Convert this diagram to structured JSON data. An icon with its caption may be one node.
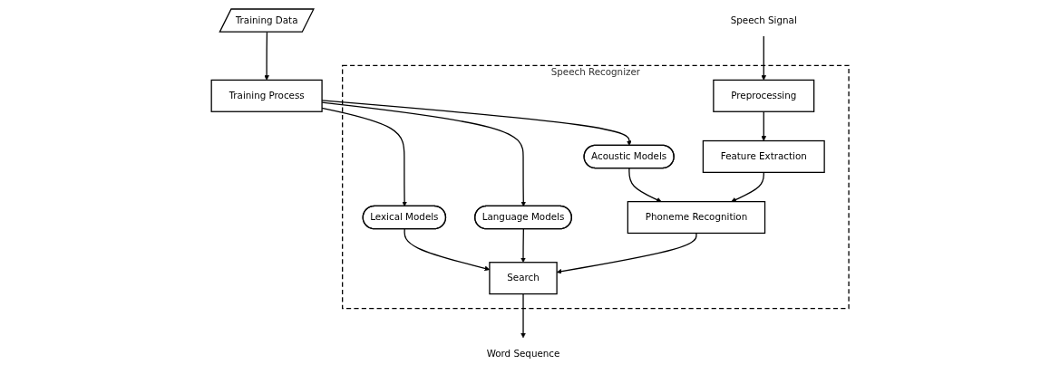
{
  "diagram": {
    "nodes": [
      {
        "text": [
          "Training Data"
        ]
      },
      {
        "text": [
          "Training Process"
        ]
      },
      {
        "text": [
          "Speech Recognizer"
        ]
      },
      {
        "text": [
          "Acoustic Models"
        ],
        "in": 2
      },
      {
        "text": [
          "Lexical Models"
        ],
        "in": 2
      },
      {
        "text": [
          "Language Models"
        ],
        "in": 2
      },
      {
        "text": [
          "Speech Signal"
        ]
      },
      {
        "text": [
          "Preprocessing"
        ],
        "in": 2
      },
      {
        "text": [
          "Feature Extraction"
        ],
        "in": 2
      },
      {
        "text": [
          "Phoneme Recognition"
        ],
        "in": 2
      },
      {
        "text": [
          "Search"
        ],
        "in": 2
      },
      {
        "text": [
          "Word Sequence"
        ]
      }
    ],
    "edges": [
      {
        "from": 0,
        "to": 1,
        "arrow": "to"
      },
      {
        "from": 1,
        "to": 3,
        "arrow": "to"
      },
      {
        "from": 1,
        "to": 4,
        "arrow": "to"
      },
      {
        "from": 1,
        "to": 5,
        "arrow": "to"
      },
      {
        "from": 3,
        "to": 9,
        "arrow": "to"
      },
      {
        "from": 4,
        "to": 10,
        "arrow": "to"
      },
      {
        "from": 5,
        "to": 10,
        "arrow": "to"
      },
      {
        "from": 6,
        "to": 7,
        "arrow": "to"
      },
      {
        "from": 7,
        "to": 8,
        "arrow": "to"
      },
      {
        "from": 8,
        "to": 9,
        "arrow": "to"
      },
      {
        "from": 9,
        "to": 10,
        "arrow": "to"
      },
      {
        "from": 10,
        "to": 11,
        "arrow": "to"
      }
    ]
  }
}
